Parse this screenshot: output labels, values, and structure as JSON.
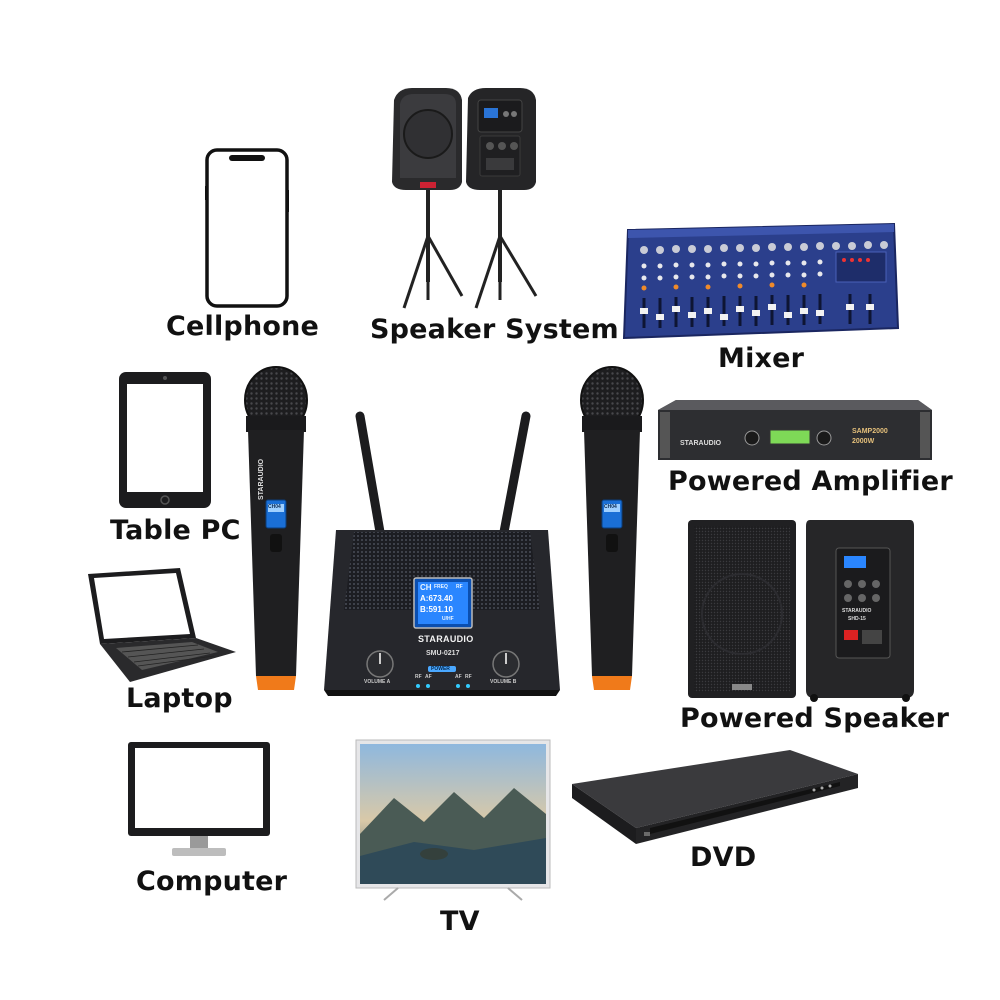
{
  "labels": {
    "cellphone": "Cellphone",
    "speaker_system": "Speaker System",
    "mixer": "Mixer",
    "table_pc": "Table PC",
    "powered_amplifier": "Powered Amplifier",
    "laptop": "Laptop",
    "powered_speaker": "Powered Speaker",
    "computer": "Computer",
    "tv": "TV",
    "dvd": "DVD"
  },
  "receiver": {
    "brand": "STARAUDIO",
    "model": "SMU-0217",
    "display_channel": "CH",
    "display_freq": "FREQ",
    "display_rf": "RF",
    "display_line_a": "A:673.40",
    "display_line_b": "B:591.10",
    "display_mode": "U/HF",
    "power_label": "POWER",
    "volume_a": "VOLUME A",
    "volume_b": "VOLUME B",
    "rf": "RF",
    "af": "AF"
  },
  "microphone": {
    "brand": "STARAUDIO",
    "left_display": "CH04",
    "right_display": "CH04"
  },
  "amplifier": {
    "brand": "STARAUDIO",
    "model_line1": "SAMP2000",
    "model_line2": "2000W"
  },
  "powered_speaker_panel": {
    "brand": "STARAUDIO",
    "model": "SHD-15"
  },
  "colors": {
    "mixer_blue": "#2b3f8c",
    "accent_orange": "#f07a1a",
    "lcd_blue": "#1a6fd6",
    "body_black": "#1c1c1e"
  }
}
